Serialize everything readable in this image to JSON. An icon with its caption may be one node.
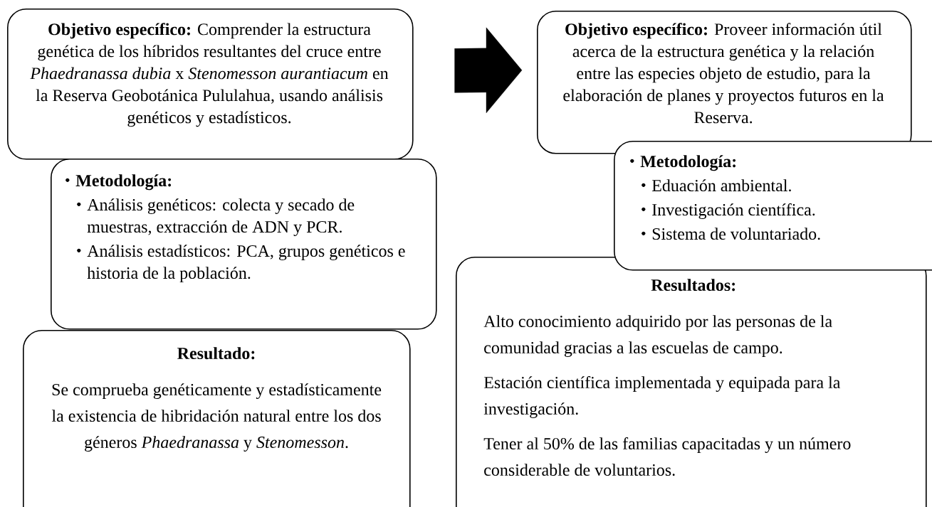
{
  "diagram": {
    "nodes": [
      {
        "text": [
          "**Objetivo específico:** Comprender la estructura genética de los híbridos resultantes del cruce entre *Phaedranassa dubia* x *Stenomesson aurantiacum* en la Reserva Geobotánica Pululahua, usando análisis genéticos y estadísticos."
        ]
      },
      {
        "text": [
          "Metodología:",
          "Análisis genéticos: colecta y secado de muestras, extracción de ADN y PCR.",
          "Análisis estadísticos: PCA, grupos genéticos e historia de la población."
        ]
      },
      {
        "text": [
          "Resultado:",
          "Se comprueba genéticamente y estadísticamente la existencia de hibridación natural entre los dos géneros *Phaedranassa* y *Stenomesson*."
        ]
      },
      {
        "text": [
          "**Objetivo específico:** Proveer información útil acerca de la estructura genética y la relación entre las especies objeto de estudio, para la elaboración de planes y proyectos futuros en la Reserva."
        ]
      },
      {
        "text": [
          "Metodología:",
          "Eduación ambiental.",
          "Investigación científica.",
          "Sistema de voluntariado."
        ]
      },
      {
        "text": [
          "Resultados:",
          "Alto conocimiento adquirido por las personas de la comunidad gracias a las escuelas de campo.",
          "Estación científica implementada y equipada para la investigación.",
          "Tener al 50% de las familias capacitadas y un número considerable de voluntarios."
        ]
      }
    ],
    "edges": [
      {
        "from": 0,
        "to": 3,
        "arrow": "to"
      }
    ]
  }
}
